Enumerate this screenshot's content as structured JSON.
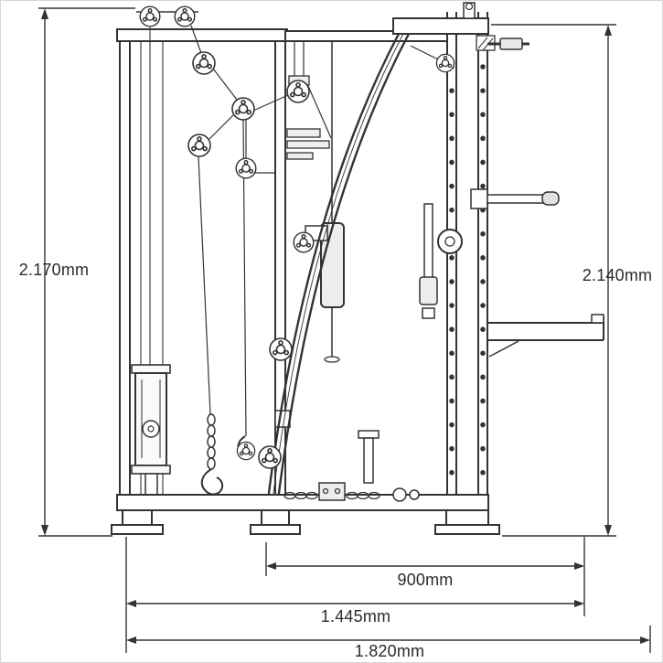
{
  "diagram": {
    "kind": "technical line drawing",
    "subject": "multi-gym smith machine side elevation with dimension annotations",
    "dimensions": {
      "left_height": "2.170mm",
      "right_height": "2.140mm",
      "inner_width": "900mm",
      "middle_width": "1.445mm",
      "overall_width": "1.820mm"
    },
    "colors": {
      "line": "#333333",
      "background": "#ffffff"
    }
  }
}
